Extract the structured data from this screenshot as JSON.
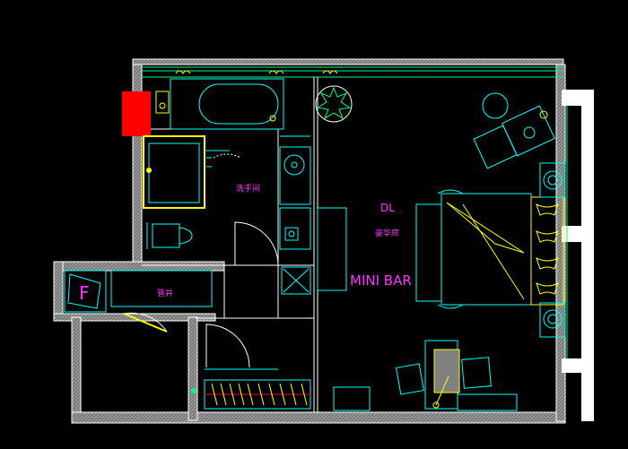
{
  "plan": {
    "labels": {
      "bath": "洗手间",
      "dl": "DL",
      "room": "豪华房",
      "minibar": "MINI BAR",
      "shaft": "管井",
      "f": "F"
    },
    "colors": {
      "background": "#000000",
      "wall_outline": "#ffffff",
      "furniture": "#00ffff",
      "accent_yellow": "#ffff00",
      "label_magenta": "#ff33ff",
      "marker_red": "#ff0000",
      "green_lines": "#00ff7f",
      "gray_fill": "#808080"
    }
  }
}
